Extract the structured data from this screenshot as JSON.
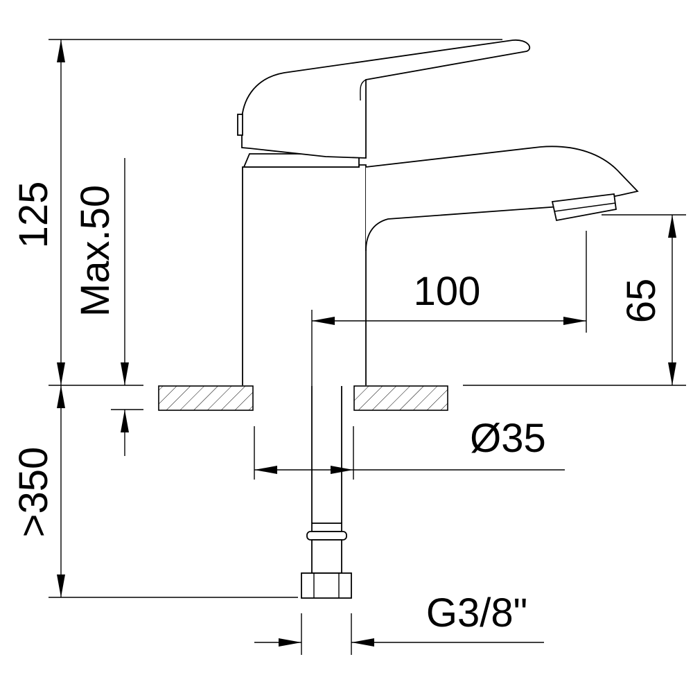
{
  "dimensions": {
    "overall_height": "125",
    "max_deck_thickness": "Max.50",
    "spout_reach": "100",
    "spout_height": "65",
    "hole_diameter": "Ø35",
    "hose_length": ">350",
    "connection_thread": "G3/8\""
  }
}
